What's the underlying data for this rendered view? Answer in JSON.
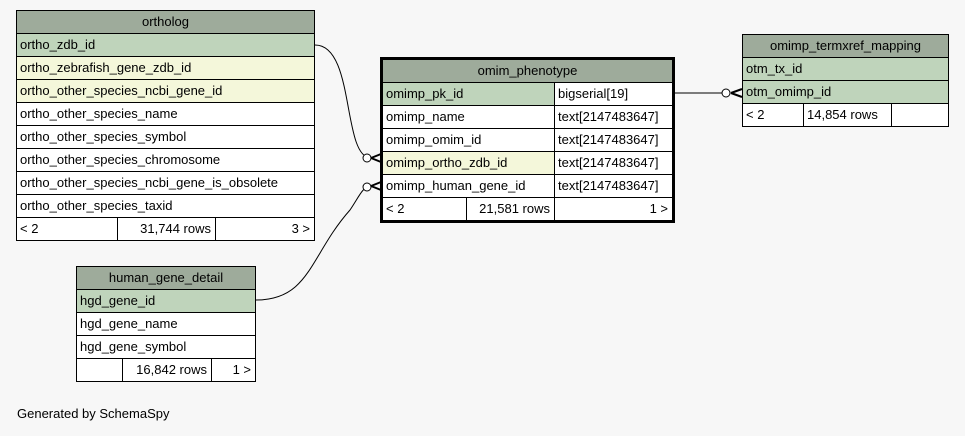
{
  "tables": {
    "ortholog": {
      "name": "ortholog",
      "columns": [
        {
          "name": "ortho_zdb_id",
          "kind": "pk"
        },
        {
          "name": "ortho_zebrafish_gene_zdb_id",
          "kind": "fk"
        },
        {
          "name": "ortho_other_species_ncbi_gene_id",
          "kind": "fk"
        },
        {
          "name": "ortho_other_species_name",
          "kind": "plain"
        },
        {
          "name": "ortho_other_species_symbol",
          "kind": "plain"
        },
        {
          "name": "ortho_other_species_chromosome",
          "kind": "plain"
        },
        {
          "name": "ortho_other_species_ncbi_gene_is_obsolete",
          "kind": "plain"
        },
        {
          "name": "ortho_other_species_taxid",
          "kind": "plain"
        }
      ],
      "footer": {
        "parents": "< 2",
        "rows": "31,744 rows",
        "children": "3 >"
      }
    },
    "omim_phenotype": {
      "name": "omim_phenotype",
      "columns": [
        {
          "name": "omimp_pk_id",
          "type": "bigserial[19]",
          "kind": "pk"
        },
        {
          "name": "omimp_name",
          "type": "text[2147483647]",
          "kind": "plain"
        },
        {
          "name": "omimp_omim_id",
          "type": "text[2147483647]",
          "kind": "plain"
        },
        {
          "name": "omimp_ortho_zdb_id",
          "type": "text[2147483647]",
          "kind": "fk"
        },
        {
          "name": "omimp_human_gene_id",
          "type": "text[2147483647]",
          "kind": "plain"
        }
      ],
      "footer": {
        "parents": "< 2",
        "rows": "21,581 rows",
        "children": "1 >"
      }
    },
    "omimp_termxref_mapping": {
      "name": "omimp_termxref_mapping",
      "columns": [
        {
          "name": "otm_tx_id",
          "kind": "pk"
        },
        {
          "name": "otm_omimp_id",
          "kind": "pk"
        }
      ],
      "footer": {
        "parents": "< 2",
        "rows": "14,854 rows",
        "children": ""
      }
    },
    "human_gene_detail": {
      "name": "human_gene_detail",
      "columns": [
        {
          "name": "hgd_gene_id",
          "kind": "pk"
        },
        {
          "name": "hgd_gene_name",
          "kind": "plain"
        },
        {
          "name": "hgd_gene_symbol",
          "kind": "plain"
        }
      ],
      "footer": {
        "parents": "",
        "rows": "16,842 rows",
        "children": "1 >"
      }
    }
  },
  "generated_by": "Generated by SchemaSpy"
}
